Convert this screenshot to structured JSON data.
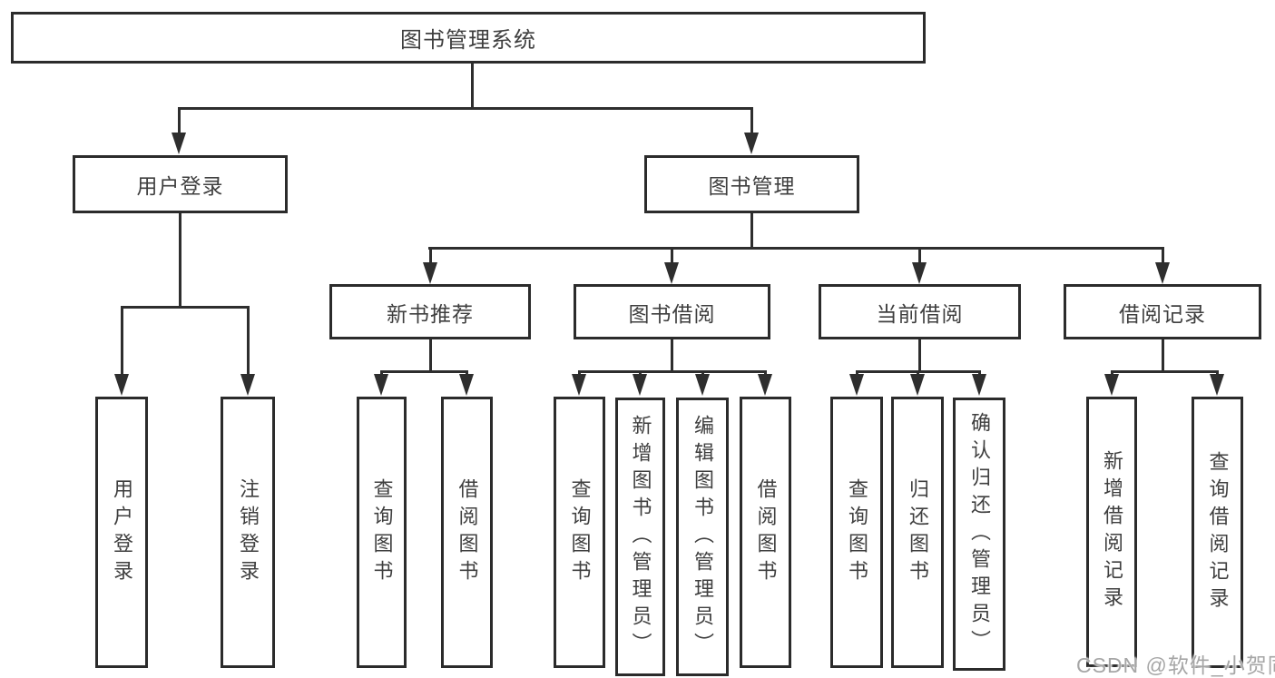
{
  "diagram_title": "图书管理系统",
  "watermark": "CSDN @软件_小贺同学",
  "colors": {
    "line": "#2e2e2e",
    "box_border": "#2b2b2b",
    "text": "#3f3f3f",
    "background": "#ffffff",
    "watermark": "#a6a6a6"
  },
  "nodes": {
    "root": "图书管理系统",
    "l2": {
      "user_login": "用户登录",
      "book_mgmt": "图书管理"
    },
    "l3": {
      "new_book": "新书推荐",
      "book_borrow": "图书借阅",
      "current_borrow": "当前借阅",
      "borrow_records": "借阅记录"
    },
    "l4": {
      "user_login_leaf": "用户登录",
      "logout": "注销登录",
      "nb_query": "查询图书",
      "nb_borrow": "借阅图书",
      "bw_query": "查询图书",
      "bw_add": "新增图书（管理员）",
      "bw_edit": "编辑图书（管理员）",
      "bw_borrow": "借阅图书",
      "cur_query": "查询图书",
      "cur_return": "归还图书",
      "cur_confirm": "确认归还（管理员）",
      "rec_add": "新增借阅记录",
      "rec_query": "查询借阅记录"
    }
  },
  "edges": [
    "图书管理系统→用户登录",
    "图书管理系统→图书管理",
    "用户登录→用户登录",
    "用户登录→注销登录",
    "图书管理→新书推荐",
    "图书管理→图书借阅",
    "图书管理→当前借阅",
    "图书管理→借阅记录",
    "新书推荐→查询图书",
    "新书推荐→借阅图书",
    "图书借阅→查询图书",
    "图书借阅→新增图书（管理员）",
    "图书借阅→编辑图书（管理员）",
    "图书借阅→借阅图书",
    "当前借阅→查询图书",
    "当前借阅→归还图书",
    "当前借阅→确认归还（管理员）",
    "借阅记录→新增借阅记录",
    "借阅记录→查询借阅记录"
  ]
}
